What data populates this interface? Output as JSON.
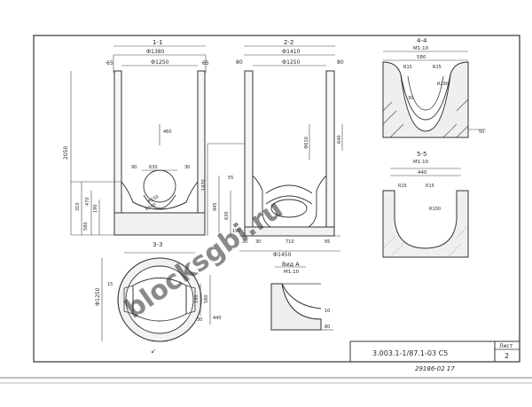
{
  "sheet": {
    "number": "2",
    "code": "3.003.1-1/87.1-03 С5",
    "footer": "29186-02 17",
    "sheet_label": "Лист"
  },
  "watermark": "blocksgbi.ru",
  "section_1_1": {
    "title": "1-1",
    "d_outer": "Ф1380",
    "d_inner": "Ф1250",
    "wall_l": "65",
    "wall_r": "65",
    "height": "2050",
    "h_190": "190",
    "h_470": "470",
    "h_310": "310",
    "h_580": "580",
    "h_460": "460",
    "w_630": "630",
    "r_90": "90",
    "r_30": "30",
    "r_150": "R150",
    "r_200": "R200"
  },
  "section_2_2": {
    "title": "2-2",
    "d_outer": "Ф1410",
    "d_inner": "Ф1250",
    "wall_l": "80",
    "wall_r": "80",
    "h_1470": "1470",
    "h_945": "945",
    "h_630": "630",
    "h_55": "55",
    "h_190": "190",
    "d_610": "Ф610",
    "h_640": "640",
    "b_30": "30",
    "b_710": "710",
    "b_85": "85",
    "d_base": "Ф1450",
    "b_28": "20"
  },
  "section_3_3": {
    "title": "3-3",
    "d": "Ф1250",
    "h_15": "15",
    "h_190": "190",
    "h_580": "580",
    "h_30": "30",
    "w_440": "440"
  },
  "section_4_4": {
    "title": "4-4",
    "scale": "М1:10",
    "w": "580",
    "r1": "R15",
    "r2": "R15",
    "r3": "R290",
    "h_30": "30",
    "h_50": "50"
  },
  "section_5_5": {
    "title": "5-5",
    "scale": "М1:10",
    "w": "440",
    "r1": "R15",
    "r2": "R15",
    "r3": "R100"
  },
  "view_a": {
    "title": "Вид А",
    "scale": "М1:10",
    "h_10": "10",
    "h_80": "80"
  }
}
